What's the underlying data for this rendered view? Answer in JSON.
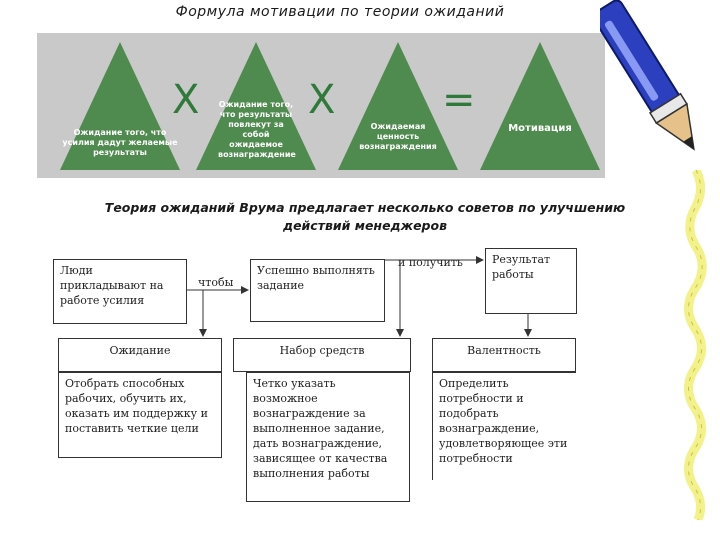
{
  "title": "Формула мотивации по теории ожиданий",
  "formula": {
    "items": [
      "Ожидание того, что усилия дадут желаемые результаты",
      "Ожидание того, что результаты повлекут за собой ожидаемое вознаграждение",
      "Ожидаемая ценность вознаграждения",
      "Мотивация"
    ],
    "operators": [
      "X",
      "X",
      "="
    ],
    "colors": {
      "triangle": "#4f8a4f",
      "operator": "#2f7a3a",
      "panel": "#c9c9c9"
    }
  },
  "subtitle": "Теория ожиданий Врума предлагает несколько советов по улучшению действий менеджеров",
  "flow": {
    "box1": "Люди прикладывают на работе усилия",
    "connector1": "чтобы",
    "box2": "Успешно выполнять задание",
    "connector2": "и получить",
    "box3": "Результат работы"
  },
  "columns": [
    {
      "header": "Ожидание",
      "body": "Отобрать способных рабочих, обучить их, оказать им поддержку и поставить четкие цели"
    },
    {
      "header": "Набор средств",
      "body": "Четко указать возможное вознаграждение за выполненное задание, дать вознаграждение, зависящее от качества выполнения работы"
    },
    {
      "header": "Валентность",
      "body": "Определить потребности и подобрать вознаграждение, удовлетворяющее эти потребности"
    }
  ]
}
